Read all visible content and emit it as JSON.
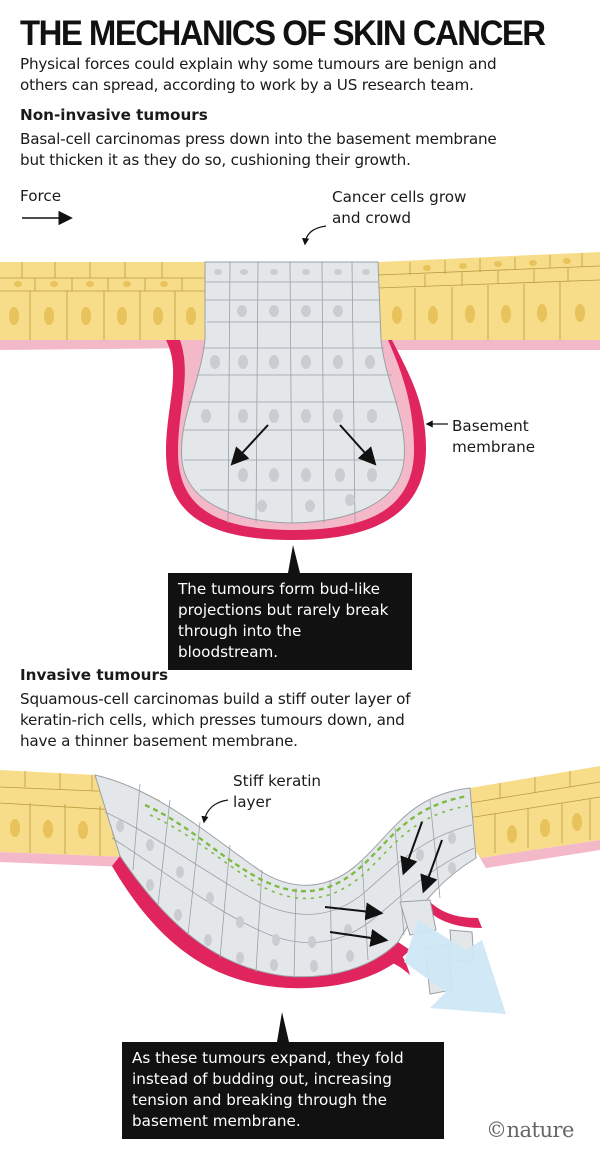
{
  "header": {
    "title": "THE MECHANICS OF SKIN CANCER",
    "intro_line1": "Physical forces could explain why some tumours are benign and",
    "intro_line2": "others can spread, according to work by a US research team."
  },
  "non_invasive": {
    "heading": "Non-invasive tumours",
    "desc_line1": "Basal-cell carcinomas press down into the basement membrane",
    "desc_line2": "but thicken it as they do so, cushioning their growth.",
    "force_label": "Force",
    "cells_label_line1": "Cancer cells grow",
    "cells_label_line2": "and crowd",
    "membrane_label_line1": "Basement",
    "membrane_label_line2": "membrane",
    "callout_line1": "The tumours form bud-like",
    "callout_line2": "projections but rarely break",
    "callout_line3": "through into the bloodstream."
  },
  "invasive": {
    "heading": "Invasive tumours",
    "desc_line1": "Squamous-cell carcinomas build a stiff outer layer of",
    "desc_line2": "keratin-rich cells, which presses tumours down, and",
    "desc_line3": "have a thinner basement membrane.",
    "keratin_label_line1": "Stiff keratin",
    "keratin_label_line2": "layer",
    "callout_line1": "As these tumours expand, they fold",
    "callout_line2": "instead of budding out, increasing",
    "callout_line3": "tension and breaking through the",
    "callout_line4": "basement membrane."
  },
  "credit": "©nature",
  "colors": {
    "normal_cell": "#f7dd8a",
    "normal_cell_nucleus": "#e8c25a",
    "cancer_cell": "#e4e7ea",
    "cancer_cell_nucleus": "#c9cdd1",
    "membrane": "#e0245e",
    "membrane_light": "#f4b9c9",
    "keratin": "#7dbb42",
    "breakthrough_arrow": "#cfe7f5",
    "callout_bg": "#111111"
  }
}
